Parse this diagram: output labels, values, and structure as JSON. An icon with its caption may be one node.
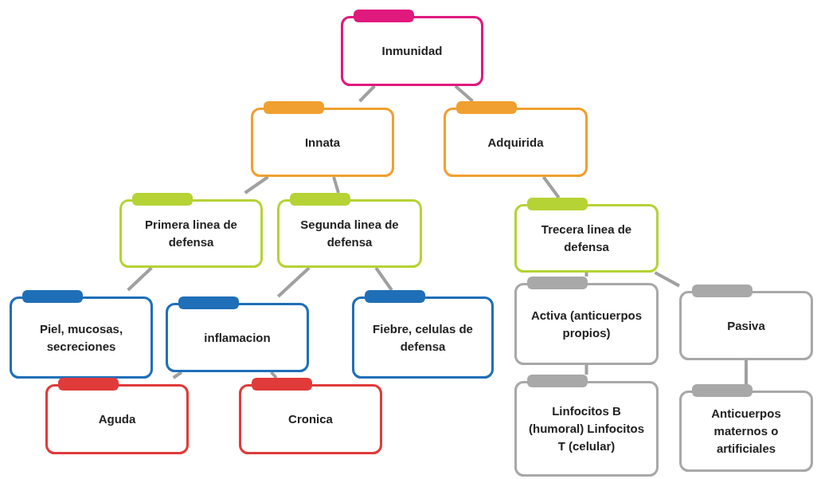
{
  "diagram": {
    "nodes": [
      {
        "text": [
          "Inmunidad"
        ]
      },
      {
        "text": [
          "Innata"
        ]
      },
      {
        "text": [
          "Adquirida"
        ]
      },
      {
        "text": [
          "Primera linea de defensa"
        ]
      },
      {
        "text": [
          "Segunda linea de defensa"
        ]
      },
      {
        "text": [
          "Trecera linea de defensa"
        ]
      },
      {
        "text": [
          "Piel, mucosas, secreciones"
        ]
      },
      {
        "text": [
          "inflamacion"
        ]
      },
      {
        "text": [
          "Fiebre, celulas de defensa"
        ]
      },
      {
        "text": [
          "Aguda"
        ]
      },
      {
        "text": [
          "Cronica"
        ]
      },
      {
        "text": [
          "Activa (anticuerpos propios)"
        ]
      },
      {
        "text": [
          "Pasiva"
        ]
      },
      {
        "text": [
          "Linfocitos B (humoral) Linfocitos T (celular)"
        ]
      },
      {
        "text": [
          "Anticuerpos maternos o artificiales"
        ]
      }
    ],
    "edges": [
      {
        "from": 0,
        "to": 1,
        "arrow": "none"
      },
      {
        "from": 0,
        "to": 2,
        "arrow": "none"
      },
      {
        "from": 1,
        "to": 3,
        "arrow": "none"
      },
      {
        "from": 1,
        "to": 4,
        "arrow": "none"
      },
      {
        "from": 2,
        "to": 5,
        "arrow": "none"
      },
      {
        "from": 3,
        "to": 6,
        "arrow": "none"
      },
      {
        "from": 4,
        "to": 7,
        "arrow": "none"
      },
      {
        "from": 4,
        "to": 8,
        "arrow": "none"
      },
      {
        "from": 7,
        "to": 9,
        "arrow": "none"
      },
      {
        "from": 7,
        "to": 10,
        "arrow": "none"
      },
      {
        "from": 5,
        "to": 11,
        "arrow": "none"
      },
      {
        "from": 5,
        "to": 12,
        "arrow": "none"
      },
      {
        "from": 11,
        "to": 13,
        "arrow": "none"
      },
      {
        "from": 12,
        "to": 14,
        "arrow": "none"
      }
    ]
  }
}
